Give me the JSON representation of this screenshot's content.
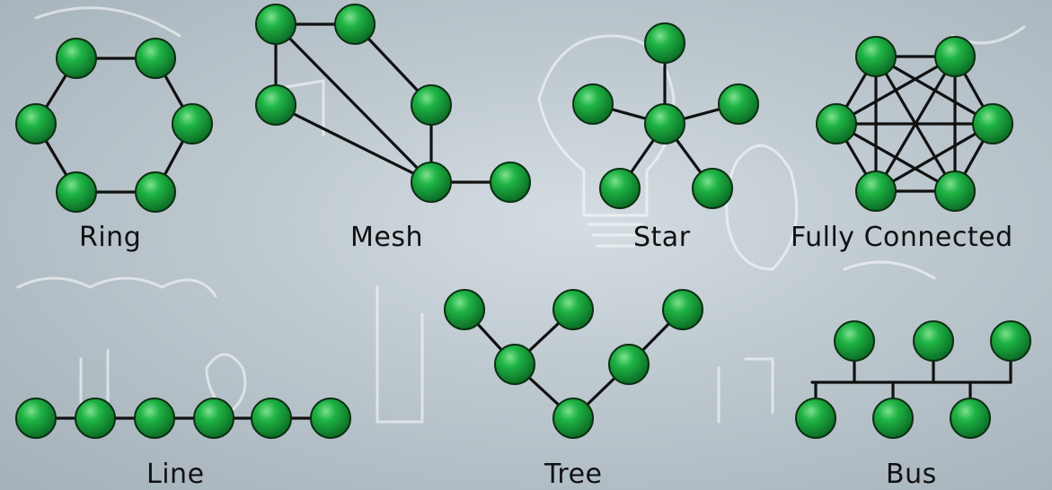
{
  "diagram": {
    "topologies": [
      {
        "id": "ring",
        "label": "Ring"
      },
      {
        "id": "mesh",
        "label": "Mesh"
      },
      {
        "id": "star",
        "label": "Star"
      },
      {
        "id": "fully-connected",
        "label": "Fully Connected"
      },
      {
        "id": "line",
        "label": "Line"
      },
      {
        "id": "tree",
        "label": "Tree"
      },
      {
        "id": "bus",
        "label": "Bus"
      }
    ],
    "colors": {
      "node": "#1aa63c",
      "edge": "#111111",
      "background": "#bcc7ce"
    }
  }
}
